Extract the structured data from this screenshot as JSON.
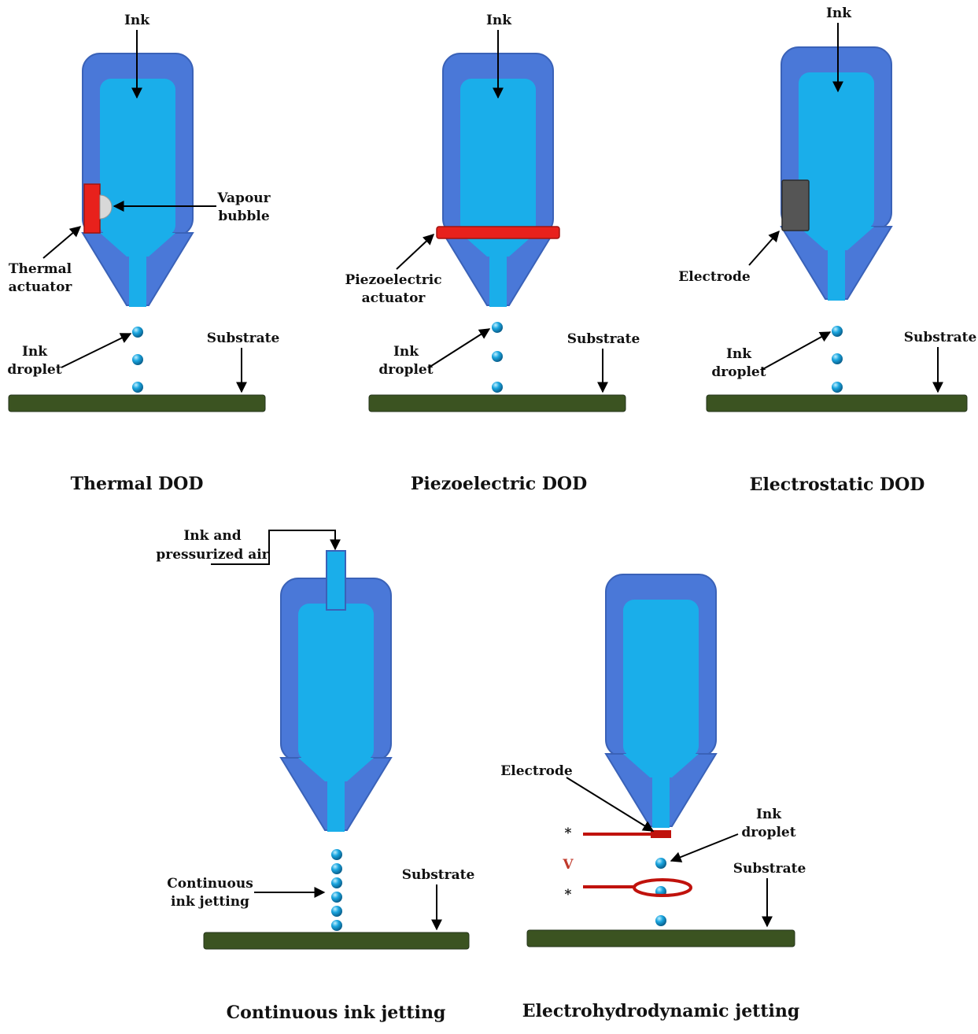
{
  "colors": {
    "outer_shell": "#4a78d8",
    "inner_ink": "#1aaeea",
    "substrate": "#3b5321",
    "thermal_actuator": "#e8211c",
    "piezo_actuator": "#e8211c",
    "electrode_block": "#555555",
    "ehd_electrode": "#c0120c",
    "bubble": "#d8d8d8",
    "droplet": "#1a9fd8"
  },
  "panels": {
    "thermal": {
      "title": "Thermal DOD",
      "ink": "Ink",
      "vapour_bubble": [
        "Vapour",
        "bubble"
      ],
      "thermal_actuator": [
        "Thermal",
        "actuator"
      ],
      "ink_droplet": [
        "Ink",
        "droplet"
      ],
      "substrate": "Substrate"
    },
    "piezo": {
      "title": "Piezoelectric DOD",
      "ink": "Ink",
      "piezo_actuator": [
        "Piezoelectric",
        "actuator"
      ],
      "ink_droplet": [
        "Ink",
        "droplet"
      ],
      "substrate": "Substrate"
    },
    "electrostatic": {
      "title": "Electrostatic DOD",
      "ink": "Ink",
      "electrode": "Electrode",
      "ink_droplet": [
        "Ink",
        "droplet"
      ],
      "substrate": "Substrate"
    },
    "continuous": {
      "title": "Continuous ink jetting",
      "ink_and_air": [
        "Ink and",
        "pressurized air"
      ],
      "continuous_jetting": [
        "Continuous",
        "ink jetting"
      ],
      "substrate": "Substrate"
    },
    "ehd": {
      "title": "Electrohydrodynamic jetting",
      "electrode": "Electrode",
      "ink_droplet": [
        "Ink",
        "droplet"
      ],
      "substrate": "Substrate",
      "voltage": "V",
      "terminal_mark": "*"
    }
  }
}
